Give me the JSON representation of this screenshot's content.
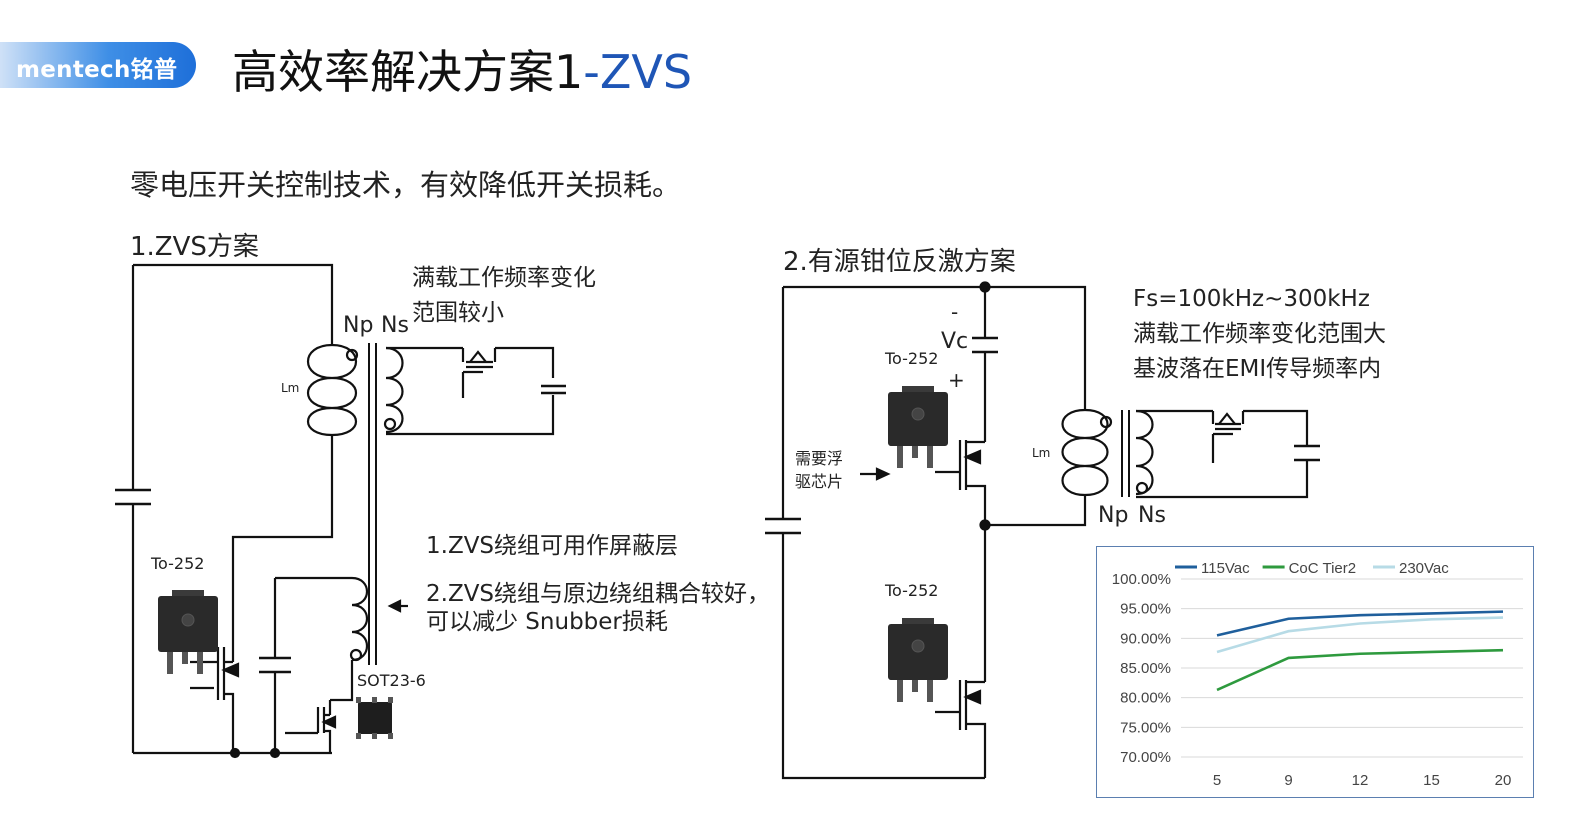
{
  "logo": {
    "text": "mentech铭普"
  },
  "title": {
    "main": "高效率解决方案1",
    "accent": "-ZVS"
  },
  "subtitle": "零电压开关控制技术，有效降低开关损耗。",
  "section1": {
    "heading": "1.ZVS方案",
    "note_top_line1": "满载工作频率变化",
    "note_top_line2": "范围较小",
    "feature_1": "1.ZVS绕组可用作屏蔽层",
    "feature_2_line1": "2.ZVS绕组与原边绕组耦合较好，",
    "feature_2_line2": "可以减少 Snubber损耗",
    "label_np": "Np",
    "label_ns": "Ns",
    "label_lm": "Lm",
    "label_package": "To-252",
    "label_ic": "SOT23-6"
  },
  "section2": {
    "heading": "2.有源钳位反激方案",
    "note_line1": "Fs=100kHz~300kHz",
    "note_line2": "满载工作频率变化范围大",
    "note_line3": "基波落在EMI传导频率内",
    "label_minus": "-",
    "label_vc": "Vc",
    "label_plus": "+",
    "label_package_top": "To-252",
    "label_package_bottom": "To-252",
    "label_driver_line1": "需要浮",
    "label_driver_line2": "驱芯片",
    "label_lm": "Lm",
    "label_np": "Np",
    "label_ns": "Ns"
  },
  "colors": {
    "accent": "#1f56b6",
    "line": "#111111"
  },
  "chart_data": {
    "type": "line",
    "categories": [
      "5",
      "9",
      "12",
      "15",
      "20"
    ],
    "series": [
      {
        "name": "115Vac",
        "color": "#1f5f9c",
        "values": [
          90.5,
          93.3,
          93.9,
          94.2,
          94.5
        ]
      },
      {
        "name": "CoC Tier2",
        "color": "#2e9a3e",
        "values": [
          81.3,
          86.7,
          87.4,
          87.7,
          88.0
        ]
      },
      {
        "name": "230Vac",
        "color": "#b7dbe6",
        "values": [
          87.7,
          91.2,
          92.5,
          93.2,
          93.5
        ]
      }
    ],
    "yticks": [
      "100.00%",
      "95.00%",
      "90.00%",
      "85.00%",
      "80.00%",
      "75.00%",
      "70.00%"
    ],
    "ylim": [
      70,
      100
    ],
    "legend_position": "top",
    "grid": true
  }
}
